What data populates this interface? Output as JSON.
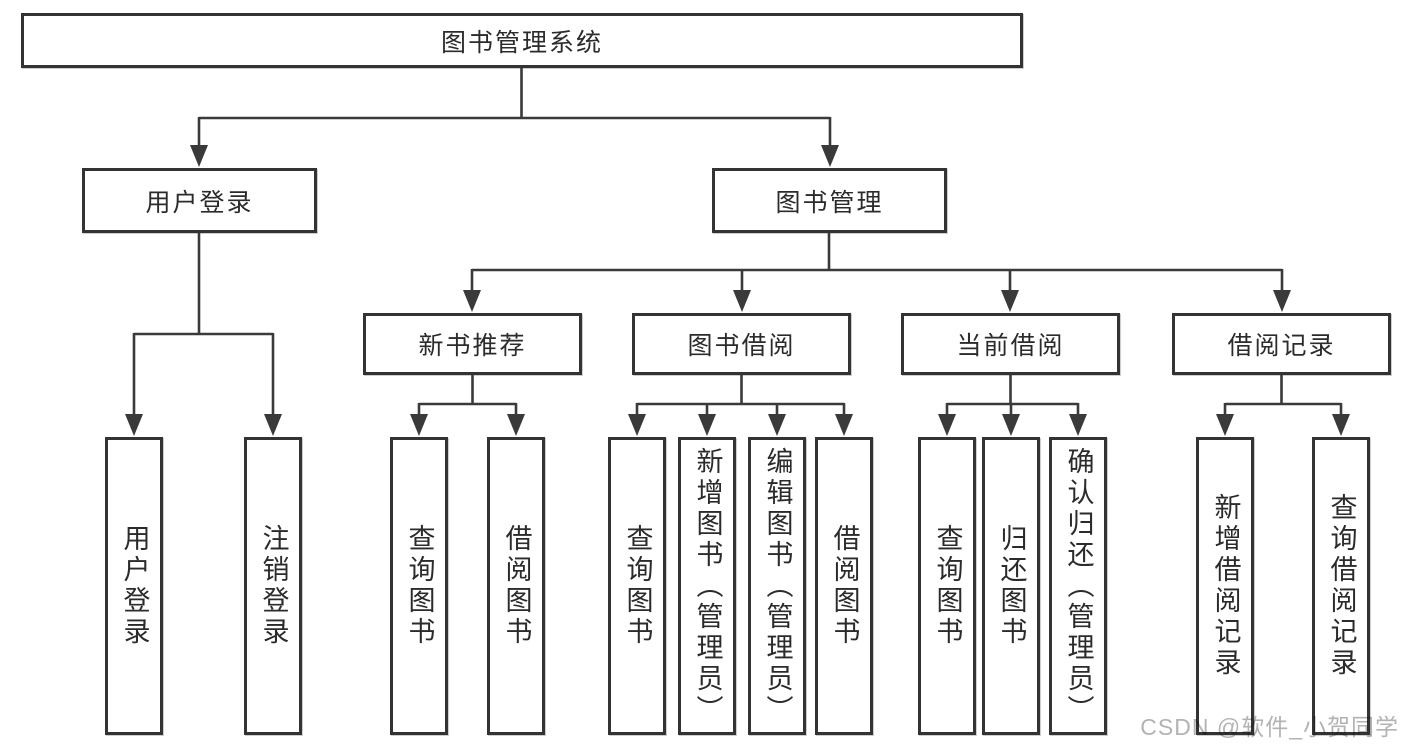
{
  "diagram": {
    "type": "tree",
    "nodes": {
      "root": "图书管理系统",
      "user_login": "用户登录",
      "book_management": "图书管理",
      "new_book_recommend": "新书推荐",
      "book_borrow": "图书借阅",
      "current_borrow": "当前借阅",
      "borrow_record": "借阅记录"
    },
    "leaves": {
      "user_login": [
        "用户登录",
        "注销登录"
      ],
      "new_book_recommend": [
        "查询图书",
        "借阅图书"
      ],
      "book_borrow": [
        "查询图书",
        "新增图书（管理员）",
        "编辑图书（管理员）",
        "借阅图书"
      ],
      "current_borrow": [
        "查询图书",
        "归还图书",
        "确认归还（管理员）"
      ],
      "borrow_record": [
        "新增借阅记录",
        "查询借阅记录"
      ]
    },
    "colors": {
      "line": "#3a3a3a",
      "box_border": "#333333",
      "text": "#2b2b2b",
      "background": "#ffffff",
      "watermark": "#b3b3b3"
    }
  },
  "watermark": "CSDN @软件_小贺同学"
}
